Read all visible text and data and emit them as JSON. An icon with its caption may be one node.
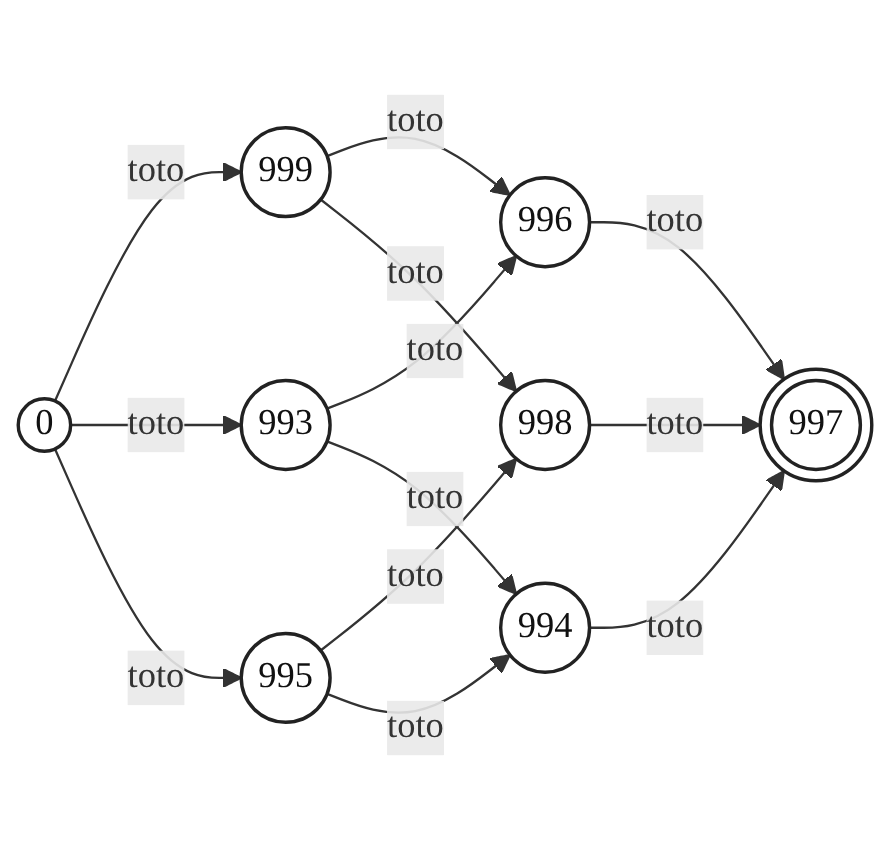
{
  "diagram": {
    "nodes": [
      {
        "text": [
          "0"
        ]
      },
      {
        "text": [
          "999"
        ]
      },
      {
        "text": [
          "993"
        ]
      },
      {
        "text": [
          "996"
        ]
      },
      {
        "text": [
          "995"
        ]
      },
      {
        "text": [
          "998"
        ]
      },
      {
        "text": [
          "994"
        ]
      },
      {
        "text": [
          "997"
        ]
      }
    ],
    "edges": [
      {
        "from": 0,
        "to": 1,
        "arrow": "to",
        "label": "toto"
      },
      {
        "from": 0,
        "to": 2,
        "arrow": "to",
        "label": "toto"
      },
      {
        "from": 0,
        "to": 4,
        "arrow": "to",
        "label": "toto"
      },
      {
        "from": 1,
        "to": 3,
        "arrow": "to",
        "label": "toto"
      },
      {
        "from": 2,
        "to": 3,
        "arrow": "to",
        "label": "toto"
      },
      {
        "from": 2,
        "to": 6,
        "arrow": "to",
        "label": "toto"
      },
      {
        "from": 1,
        "to": 5,
        "arrow": "to",
        "label": "toto"
      },
      {
        "from": 4,
        "to": 5,
        "arrow": "to",
        "label": "toto"
      },
      {
        "from": 4,
        "to": 6,
        "arrow": "to",
        "label": "toto"
      },
      {
        "from": 5,
        "to": 7,
        "arrow": "to",
        "label": "toto"
      },
      {
        "from": 3,
        "to": 7,
        "arrow": "to",
        "label": "toto"
      },
      {
        "from": 6,
        "to": 7,
        "arrow": "to",
        "label": "toto"
      }
    ]
  }
}
